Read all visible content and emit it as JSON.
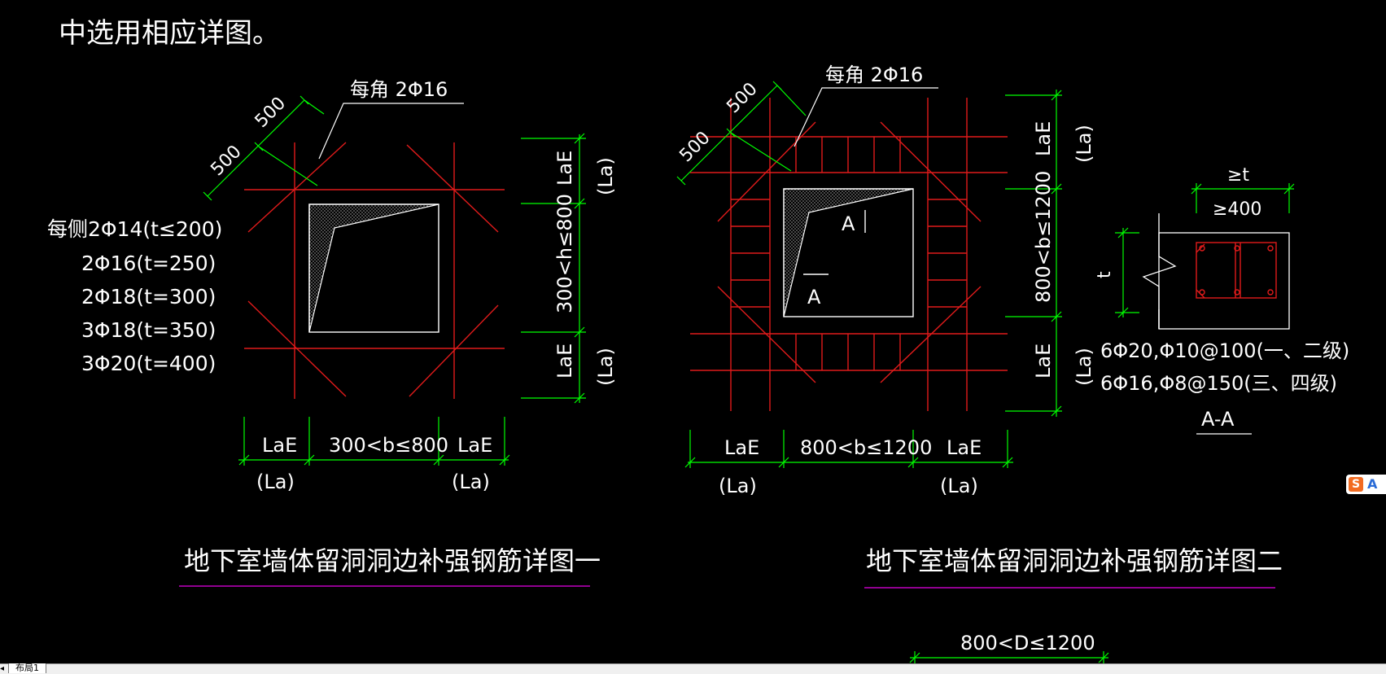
{
  "header_note": "中选用相应详图。",
  "detail1": {
    "title": "地下室墙体留洞洞边补强钢筋详图一",
    "corner_bars": "每角 2Φ16",
    "dim_500_a": "500",
    "dim_500_b": "500",
    "side_bars": [
      "每侧2Φ14(t≤200)",
      "2Φ16(t=250)",
      "2Φ18(t=300)",
      "3Φ18(t=350)",
      "3Φ20(t=400)"
    ],
    "width_dims": [
      "LaE",
      "300<b≤800",
      "LaE"
    ],
    "width_paren": [
      "(La)",
      "(La)"
    ],
    "height_dims": [
      "LaE",
      "300<h≤800",
      "LaE"
    ],
    "height_paren": [
      "(La)",
      "(La)"
    ]
  },
  "detail2": {
    "title": "地下室墙体留洞洞边补强钢筋详图二",
    "corner_bars": "每角 2Φ16",
    "dim_500_a": "500",
    "dim_500_b": "500",
    "section_mark": "A",
    "width_dims": [
      "LaE",
      "800<b≤1200",
      "LaE"
    ],
    "width_paren": [
      "(La)",
      "(La)"
    ],
    "height_dims": [
      "LaE",
      "800<b≤1200",
      "LaE"
    ],
    "height_paren": [
      "(La)",
      "(La)"
    ]
  },
  "section_aa": {
    "title": "A-A",
    "dim_t": "≥t",
    "dim_400": "≥400",
    "thickness": "t",
    "note1": "6Φ20,Φ10@100(一、二级)",
    "note2": "6Φ16,Φ8@150(三、四级)"
  },
  "bottom_dim": "800<D≤1200",
  "layout_tab": "布局1",
  "colors": {
    "background": "#000000",
    "rebar": "#e01b1b",
    "dimension": "#00ff00",
    "outline": "#ffffff",
    "title_underline": "#c000c0"
  }
}
